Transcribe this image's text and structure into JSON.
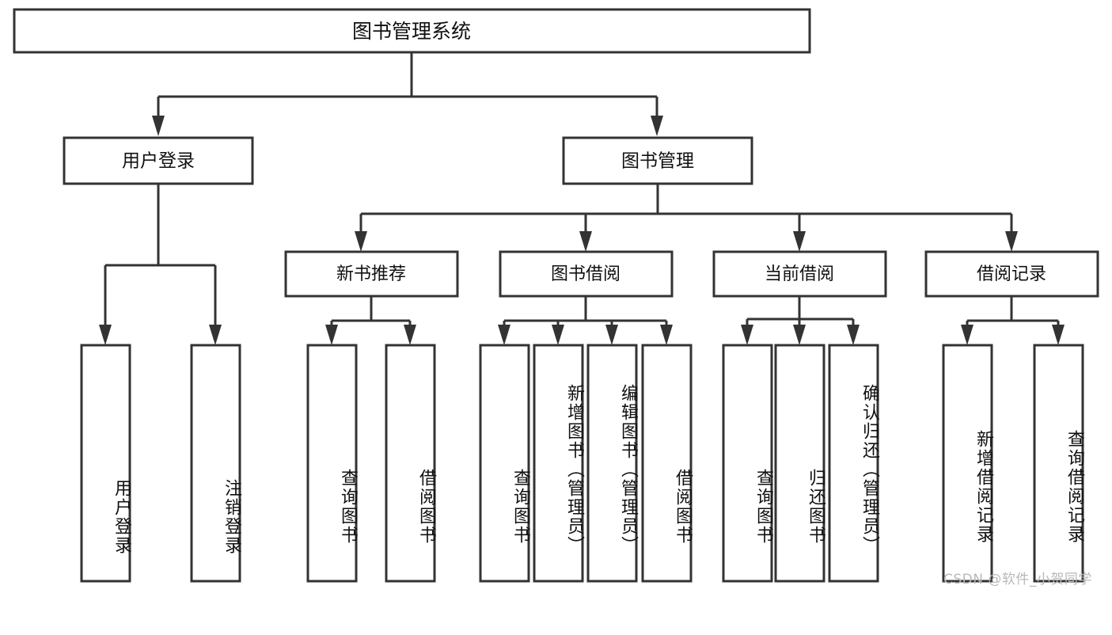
{
  "diagram": {
    "type": "tree",
    "title": "图书管理系统",
    "colors": {
      "stroke": "#333333",
      "fill": "#ffffff",
      "text": "#111111",
      "watermark": "#b8b8b8",
      "background": "#ffffff"
    },
    "root": {
      "label": "图书管理系统"
    },
    "level2": [
      {
        "label": "用户登录"
      },
      {
        "label": "图书管理"
      }
    ],
    "level3": [
      {
        "label": "新书推荐"
      },
      {
        "label": "图书借阅"
      },
      {
        "label": "当前借阅"
      },
      {
        "label": "借阅记录"
      }
    ],
    "leaves": {
      "user_login": [
        {
          "label": "用户登录"
        },
        {
          "label": "注销登录"
        }
      ],
      "new_book_recommend": [
        {
          "label": "查询图书"
        },
        {
          "label": "借阅图书"
        }
      ],
      "book_borrow": [
        {
          "label": "查询图书"
        },
        {
          "label": "新增图书（管理员）"
        },
        {
          "label": "编辑图书（管理员）"
        },
        {
          "label": "借阅图书"
        }
      ],
      "current_borrow": [
        {
          "label": "查询图书"
        },
        {
          "label": "归还图书"
        },
        {
          "label": "确认归还（管理员）"
        }
      ],
      "borrow_record": [
        {
          "label": "新增借阅记录"
        },
        {
          "label": "查询借阅记录"
        }
      ]
    },
    "watermark": "CSDN @软件_小贺同学"
  }
}
